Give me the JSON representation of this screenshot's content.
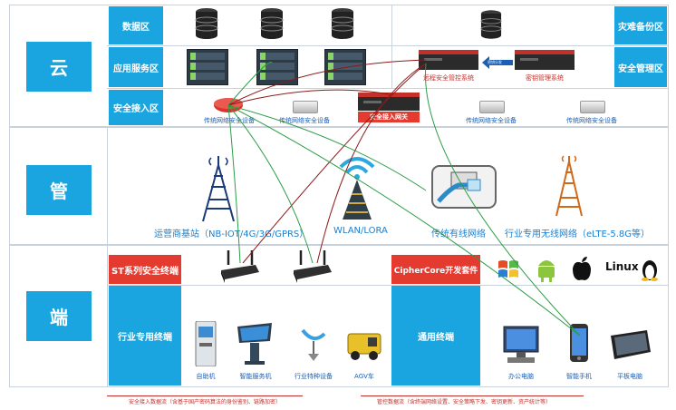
{
  "tiers": {
    "cloud": "云",
    "pipe": "管",
    "end": "端"
  },
  "zones": {
    "data": "数据区",
    "app": "应用服务区",
    "access": "安全接入区",
    "disaster": "灾难备份区",
    "security_mgmt": "安全管理区"
  },
  "cloud": {
    "mgmt_system": "远程安全管控系统",
    "key_system": "密钥管理系统",
    "arrow_text": "密钥分发",
    "gateway": "安全接入网关",
    "legacy1": "传统网络安全设备",
    "legacy2": "传统网络安全设备",
    "legacy3": "传统网络安全设备",
    "legacy4": "传统网络安全设备"
  },
  "pipe": {
    "carrier": "运营商基站（NB-IOT/4G/3G/GPRS）",
    "wlan": "WLAN/LORA",
    "wired": "传统有线网络",
    "private": "行业专用无线网络（eLTE-5.8G等）"
  },
  "end": {
    "st_terminal": "ST系列安全终端",
    "cipher_kit": "CipherCore开发套件",
    "industry_terminal": "行业专用终端",
    "general_terminal": "通用终端",
    "os_linux": "Linux",
    "devices": {
      "atm": "自助机",
      "kiosk": "智能服务机",
      "special": "行业特种设备",
      "agv": "AGV车",
      "pc": "办公电脑",
      "phone": "智能手机",
      "tablet": "平板电脑"
    }
  },
  "legend": {
    "access_flow": "安全接入数据流（含基于国产密码算法的身份鉴别、链路加密）",
    "mgmt_flow": "管控数据流（含终端网络设置、安全策略下发、密钥更新、资产统计等）"
  },
  "colors": {
    "tier_blue": "#1aa5e0",
    "st_red": "#e53a2f",
    "access_flow_line": "#2a9d45",
    "mgmt_flow_line": "#8b1a1a"
  }
}
